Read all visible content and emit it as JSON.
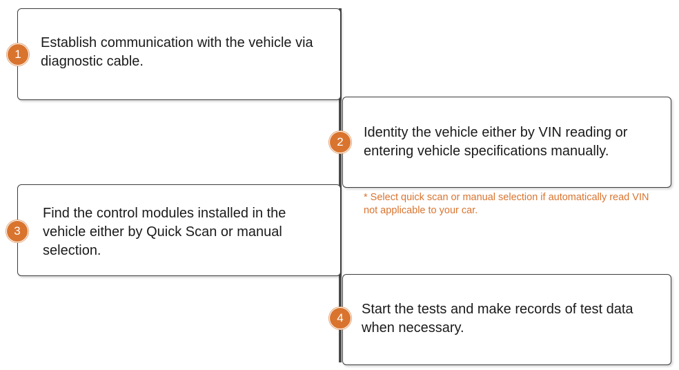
{
  "steps": [
    {
      "number": "1",
      "text": "Establish communication with the vehicle via diagnostic cable."
    },
    {
      "number": "2",
      "text": "Identity the vehicle either by VIN reading or entering vehicle specifications manually."
    },
    {
      "number": "3",
      "text": "Find the control modules installed in the vehicle either by Quick Scan or manual selection."
    },
    {
      "number": "4",
      "text": "Start the tests and make records of test data when necessary."
    }
  ],
  "note": "* Select quick scan or manual selection if automatically read VIN not applicable to your car.",
  "colors": {
    "accent": "#d9742f",
    "border": "#3c3c3c",
    "spine": "#4a4a4a",
    "text": "#1a1a1a"
  }
}
